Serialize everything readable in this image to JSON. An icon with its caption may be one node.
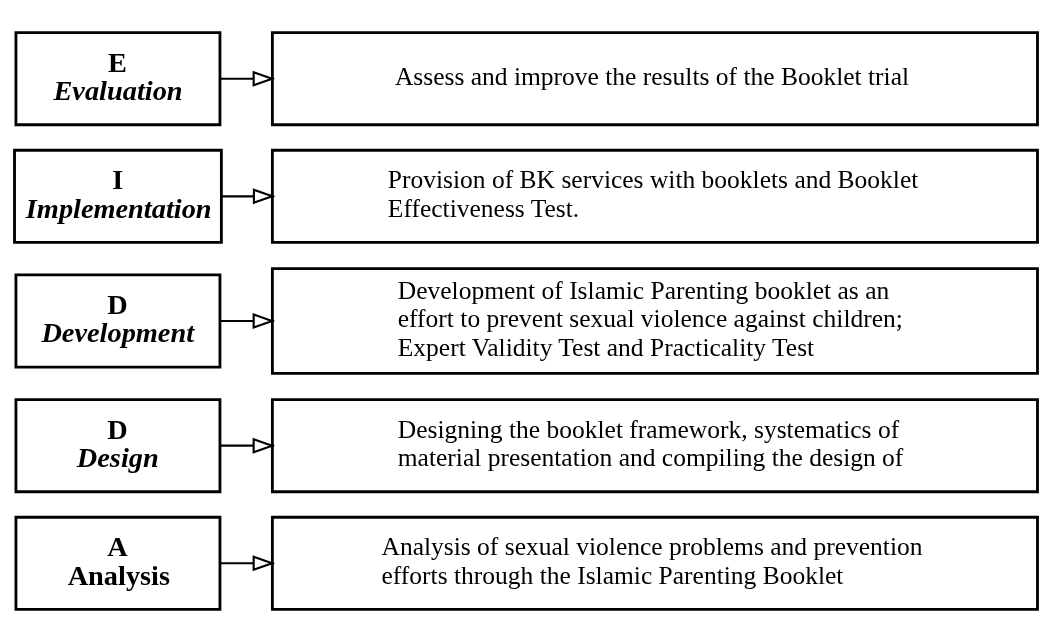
{
  "diagram": {
    "nodes": [
      {
        "text": [
          "A",
          "Analysis"
        ]
      },
      {
        "text": [
          "Analysis of sexual violence problems and prevention efforts through the Islamic Parenting Booklet"
        ]
      },
      {
        "text": [
          "D",
          "Design"
        ]
      },
      {
        "text": [
          "Designing the booklet framework, systematics of material presentation and compiling the design of"
        ]
      },
      {
        "text": [
          "D",
          "Development"
        ]
      },
      {
        "text": [
          "Development of Islamic Parenting booklet as an effort to prevent sexual violence against children; Expert Validity Test and Practicality Test"
        ]
      },
      {
        "text": [
          "I",
          "Implementation"
        ]
      },
      {
        "text": [
          "Provision of BK services with booklets and Booklet Effectiveness Test."
        ]
      },
      {
        "text": [
          "E",
          "Evaluation"
        ]
      },
      {
        "text": [
          "Assess and improve the results of the Booklet trial"
        ]
      }
    ],
    "edges": [
      {
        "from": 0,
        "to": 1,
        "arrow": "to"
      },
      {
        "from": 2,
        "to": 3,
        "arrow": "to"
      },
      {
        "from": 4,
        "to": 5,
        "arrow": "to"
      },
      {
        "from": 6,
        "to": 7,
        "arrow": "to"
      },
      {
        "from": 8,
        "to": 9,
        "arrow": "to"
      }
    ]
  }
}
